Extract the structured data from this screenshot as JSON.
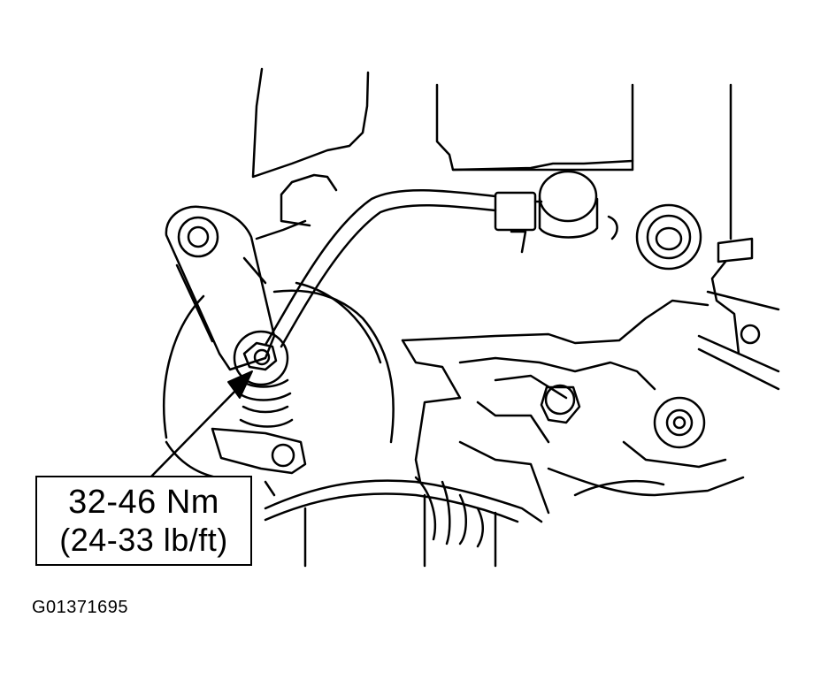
{
  "callout": {
    "torque_nm": "32-46 Nm",
    "torque_lbft": "(24-33 lb/ft)"
  },
  "figure": {
    "id": "G01371695"
  },
  "colors": {
    "line": "#000000",
    "background": "#ffffff"
  }
}
